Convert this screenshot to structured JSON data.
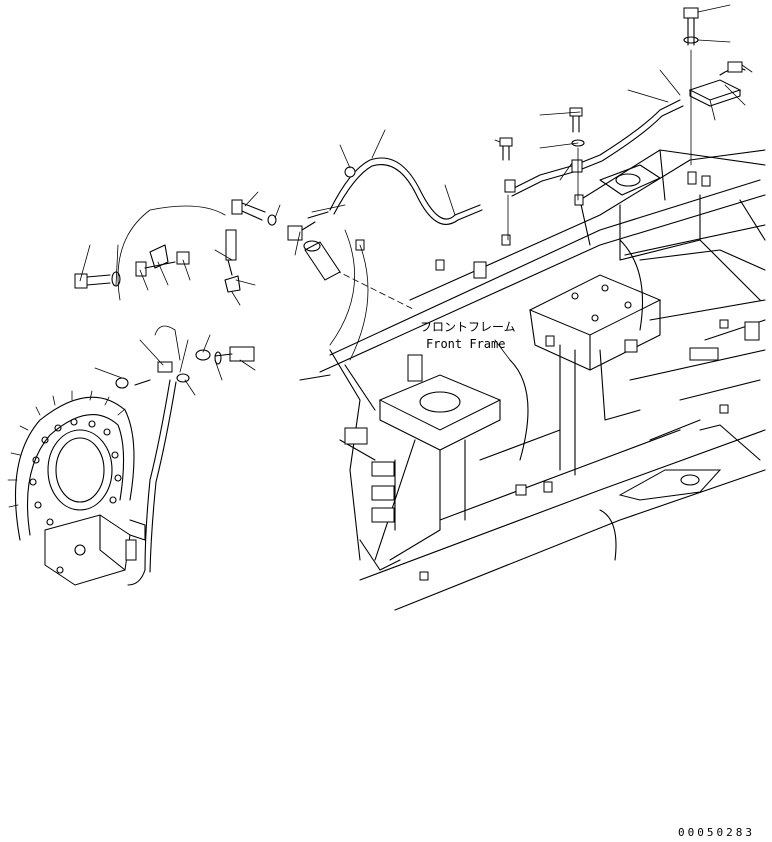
{
  "frame_label": {
    "japanese": "フロントフレーム",
    "english": "Front Frame"
  },
  "drawing_number": "00050283"
}
